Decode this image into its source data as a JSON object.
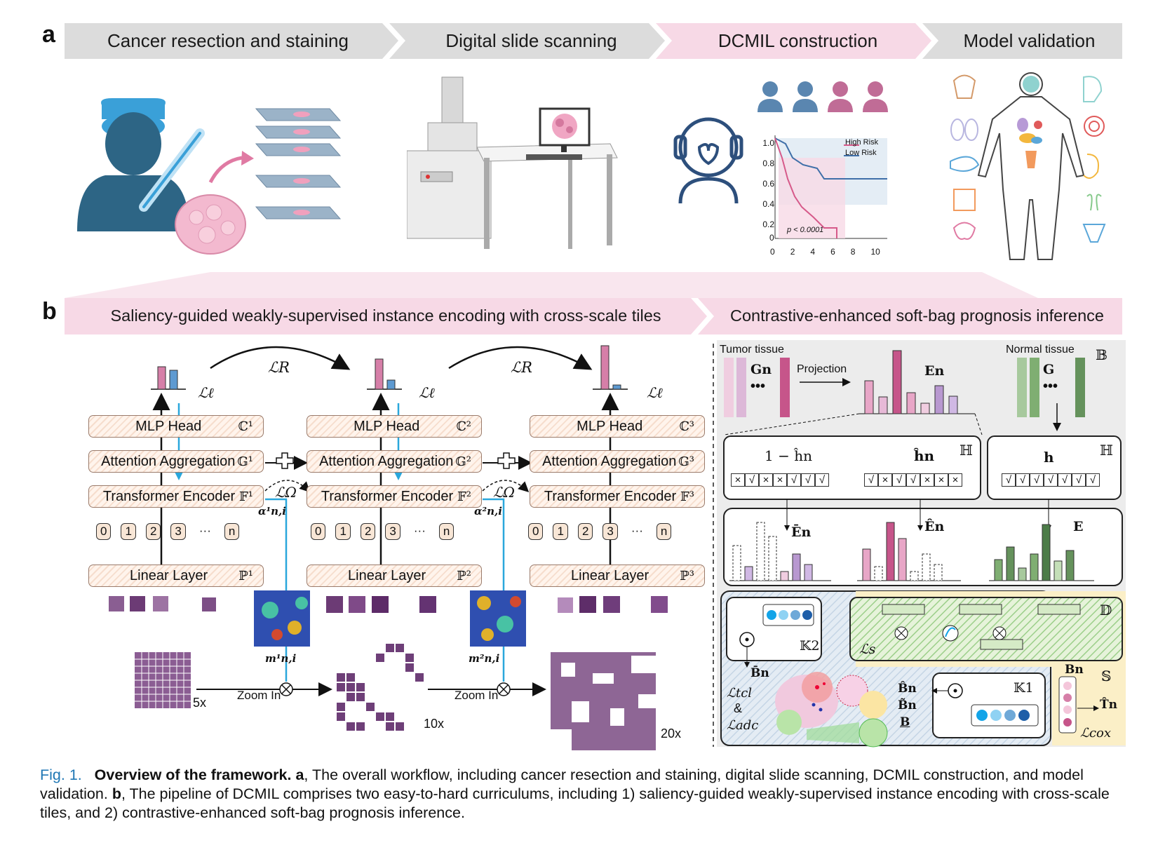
{
  "panel_a": {
    "letter": "a",
    "stages": [
      "Cancer resection and staining",
      "Digital slide scanning",
      "DCMIL construction",
      "Model validation"
    ],
    "km_plot": {
      "legend_high": "High Risk",
      "legend_low": "Low Risk",
      "pvalue": "p < 0.0001",
      "yticks": [
        "1.0",
        "0.8",
        "0.6",
        "0.4",
        "0.2",
        "0"
      ],
      "xticks": [
        "0",
        "2",
        "4",
        "6",
        "8",
        "10"
      ]
    }
  },
  "panel_b": {
    "letter": "b",
    "left_title": "Saliency-guided weakly-supervised instance encoding with cross-scale tiles",
    "right_title": "Contrastive-enhanced soft-bag prognosis inference",
    "columns": [
      {
        "mlp": "MLP Head",
        "mlp_sym": "ℂ¹",
        "attn": "Attention Aggregation",
        "attn_sym": "𝔾¹",
        "trans": "Transformer Encoder",
        "trans_sym": "𝔽¹",
        "linear": "Linear Layer",
        "linear_sym": "ℙ¹",
        "scale": "5x"
      },
      {
        "mlp": "MLP Head",
        "mlp_sym": "ℂ²",
        "attn": "Attention Aggregation",
        "attn_sym": "𝔾²",
        "trans": "Transformer Encoder",
        "trans_sym": "𝔽²",
        "linear": "Linear Layer",
        "linear_sym": "ℙ²",
        "scale": "10x"
      },
      {
        "mlp": "MLP Head",
        "mlp_sym": "ℂ³",
        "attn": "Attention Aggregation",
        "attn_sym": "𝔾³",
        "trans": "Transformer Encoder",
        "trans_sym": "𝔽³",
        "linear": "Linear Layer",
        "linear_sym": "ℙ³",
        "scale": "20x"
      }
    ],
    "loss_r": "ℒR",
    "loss_l": "ℒℓ",
    "loss_omega": "ℒΩ",
    "alpha1": "α¹n,i",
    "alpha2": "α²n,i",
    "m1": "m¹n,i",
    "m2": "m²n,i",
    "zoom": "Zoom In",
    "tokens": [
      "0",
      "1",
      "2",
      "3",
      "···",
      "n"
    ],
    "right": {
      "tumor": "Tumor tissue",
      "normal": "Normal tissue",
      "projection": "Projection",
      "Gn": "Gn",
      "G": "G",
      "En": "En",
      "B": "𝔹",
      "H": "ℍ",
      "one_minus_h": "1 − ĥn",
      "hhat": "ĥn",
      "h": "h",
      "mask1": [
        "×",
        "√",
        "×",
        "×",
        "√",
        "√",
        "√"
      ],
      "mask2": [
        "√",
        "×",
        "√",
        "√",
        "×",
        "×",
        "×"
      ],
      "mask3": [
        "√",
        "√",
        "√",
        "√",
        "√",
        "√",
        "√"
      ],
      "Ebar": "Ēn",
      "Ehat": "Ên",
      "E": "E",
      "K2": "𝕂2",
      "K1": "𝕂1",
      "D": "𝔻",
      "S": "𝕊",
      "Ls": "ℒs",
      "Ltcl": "ℒtcl",
      "amp": "&",
      "Ladc": "ℒadc",
      "Bbar": "B̄n",
      "Bhat": "B̂n",
      "Btilde": "B̃n",
      "Bund": "B",
      "Bn": "Bn",
      "Tn": "T̂n",
      "Lcox": "ℒcox"
    }
  },
  "caption": {
    "fig": "Fig. 1.",
    "title": "Overview of the framework.",
    "a": "a",
    "text_a": ", The overall workflow, including cancer resection and staining, digital slide scanning, DCMIL construction, and model validation.",
    "b": "b",
    "text_b": ", The pipeline of DCMIL comprises two easy-to-hard curriculums, including 1) saliency-guided weakly-supervised instance encoding with cross-scale tiles, and 2) contrastive-enhanced soft-bag prognosis inference."
  }
}
